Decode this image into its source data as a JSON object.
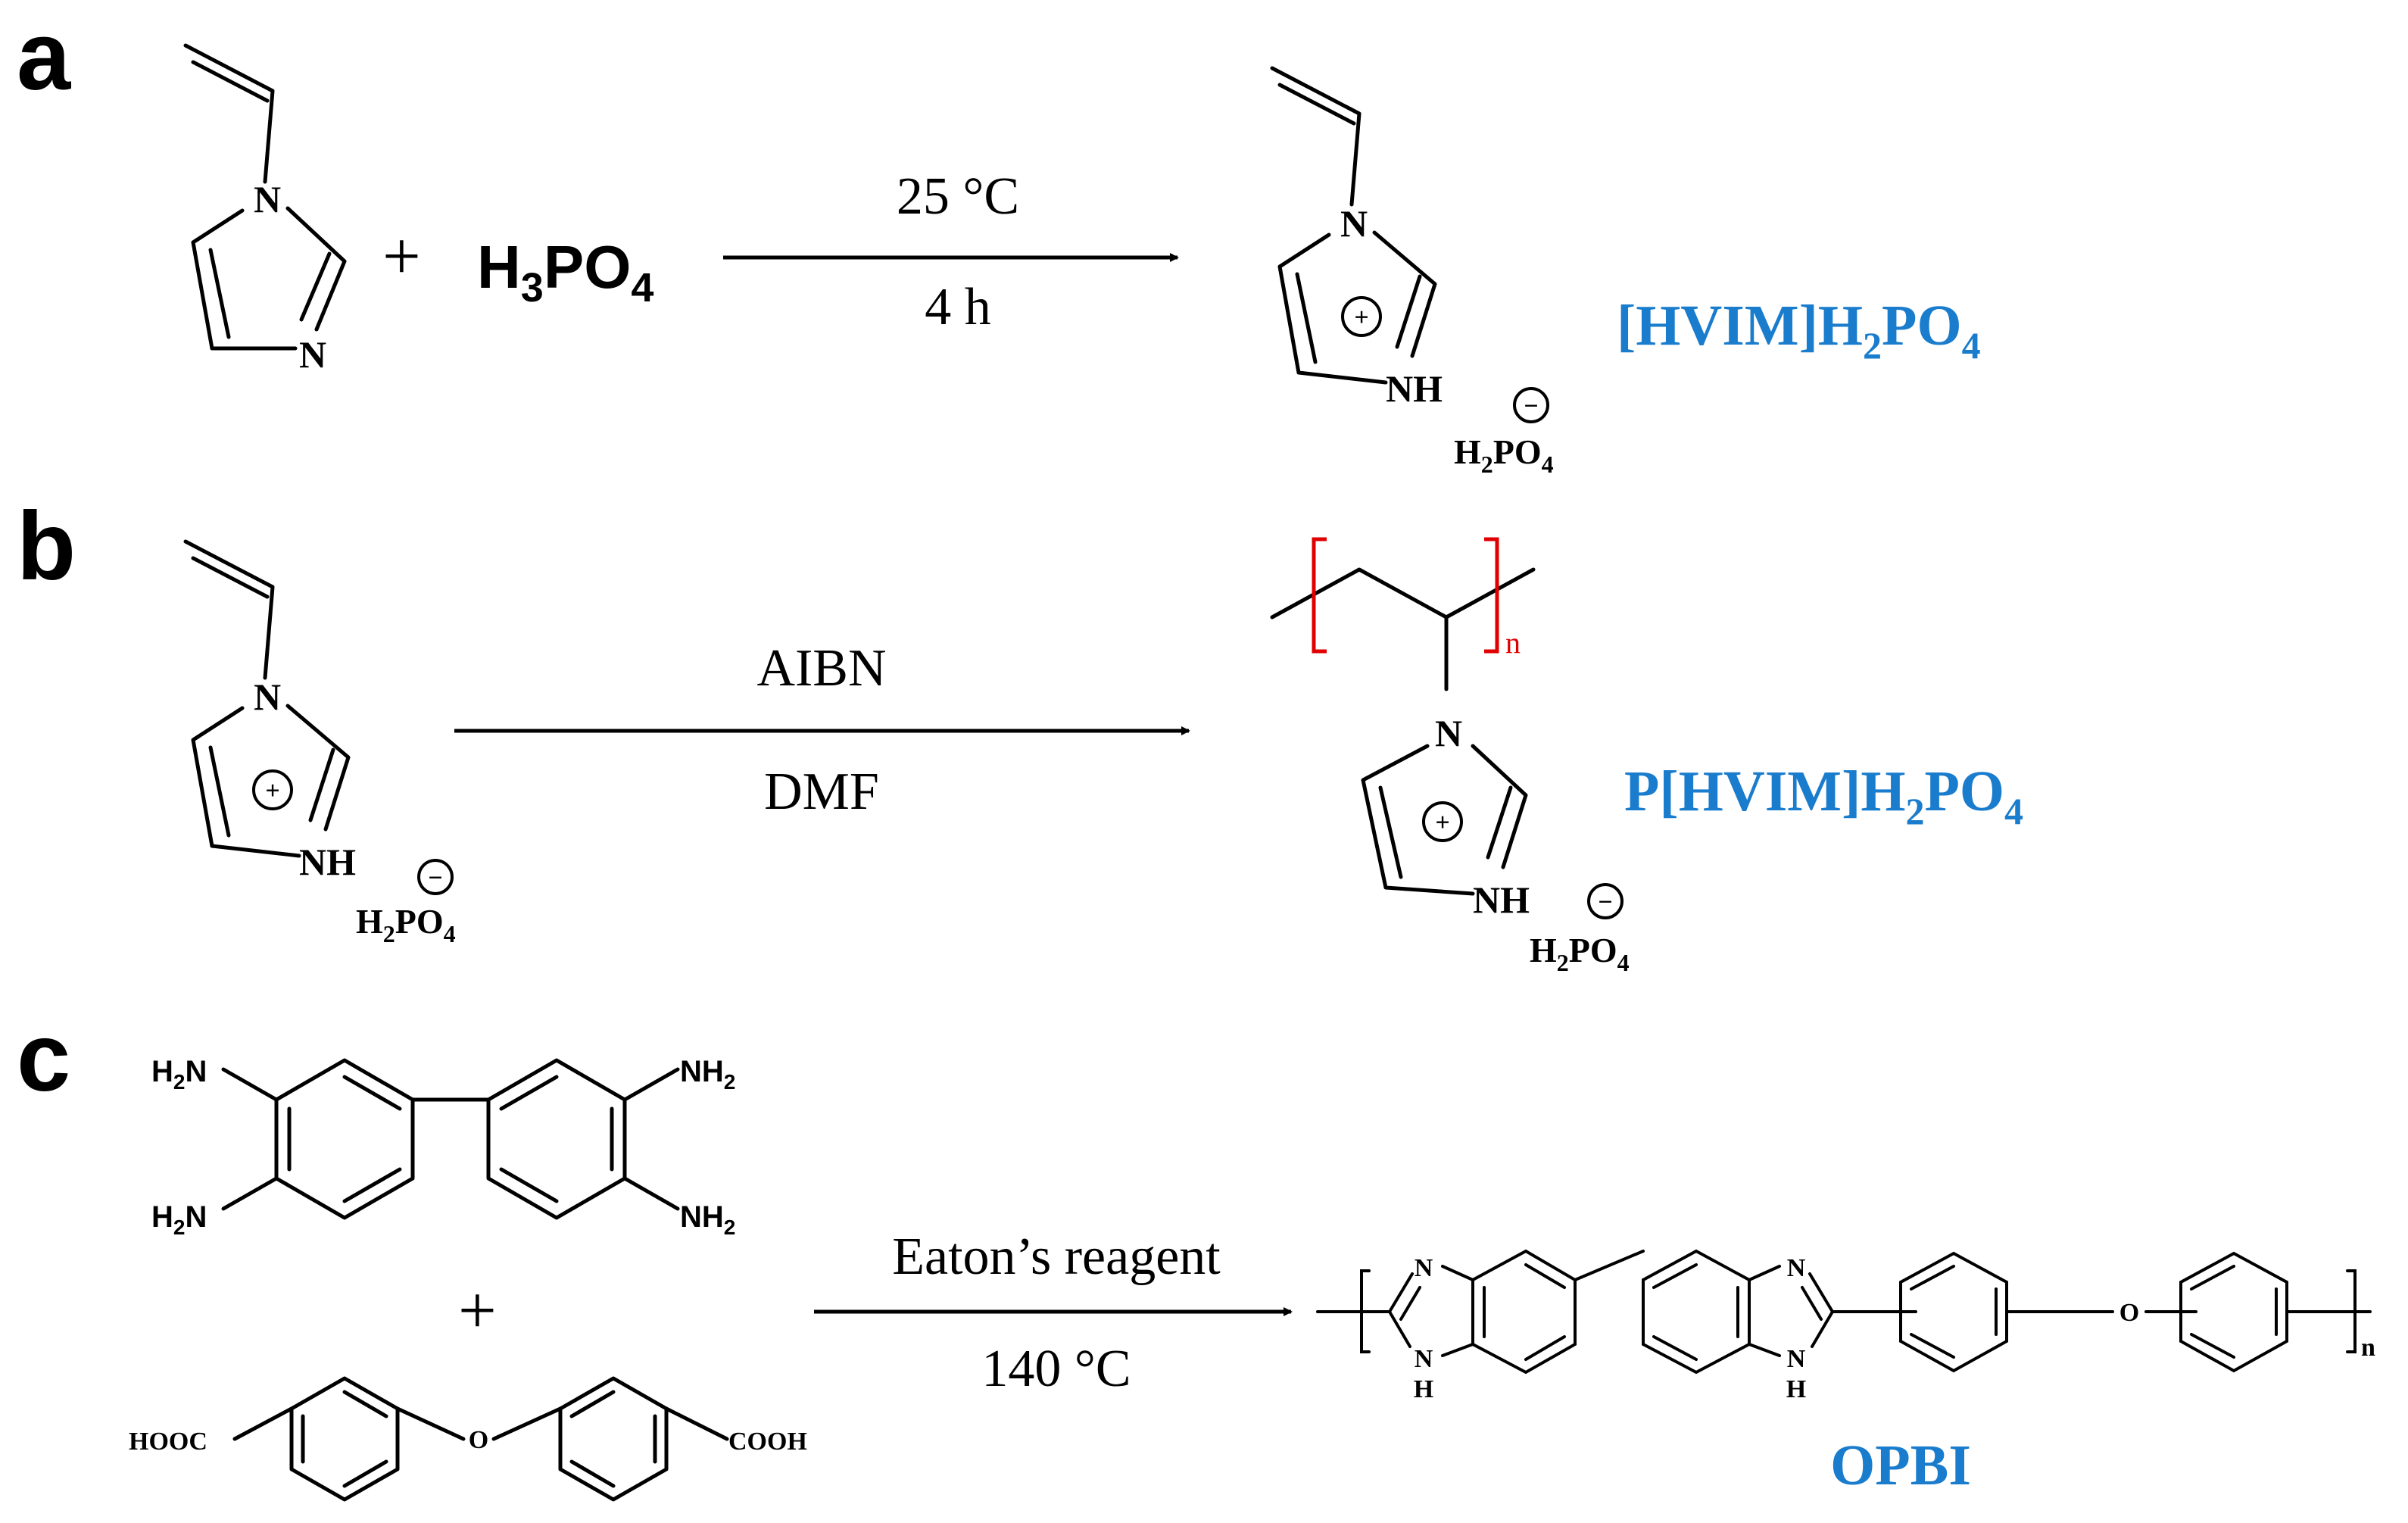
{
  "panels": {
    "a": "a",
    "b": "b",
    "c": "c"
  },
  "colors": {
    "product": "#1a7ccc",
    "bracket": "#e00000"
  },
  "atoms": {
    "N": "N",
    "NH": "NH",
    "H": "H",
    "O": "O",
    "plus_sign": "+",
    "plus_charge": "+",
    "minus_charge": "−",
    "H2": "H",
    "two": "2",
    "PO": "PO",
    "four": "4",
    "H2N": "H",
    "NH2": "NH",
    "HOOC": "HOOC",
    "COOH": "COOH",
    "n": "n"
  },
  "section_a": {
    "reagent_prefix": "H",
    "reagent_sub1": "3",
    "reagent_mid": "PO",
    "reagent_sub2": "4",
    "condition_top": "25 °C",
    "condition_bottom": "4 h",
    "product_prefix": "[HVIM]H",
    "product_sub1": "2",
    "product_mid": "PO",
    "product_sub2": "4"
  },
  "section_b": {
    "condition_top": "AIBN",
    "condition_bottom": "DMF",
    "product_prefix": "P[HVIM]H",
    "product_sub1": "2",
    "product_mid": "PO",
    "product_sub2": "4"
  },
  "section_c": {
    "condition_top": "Eaton’s reagent",
    "condition_bottom": "140 °C",
    "product_name": "OPBI"
  }
}
